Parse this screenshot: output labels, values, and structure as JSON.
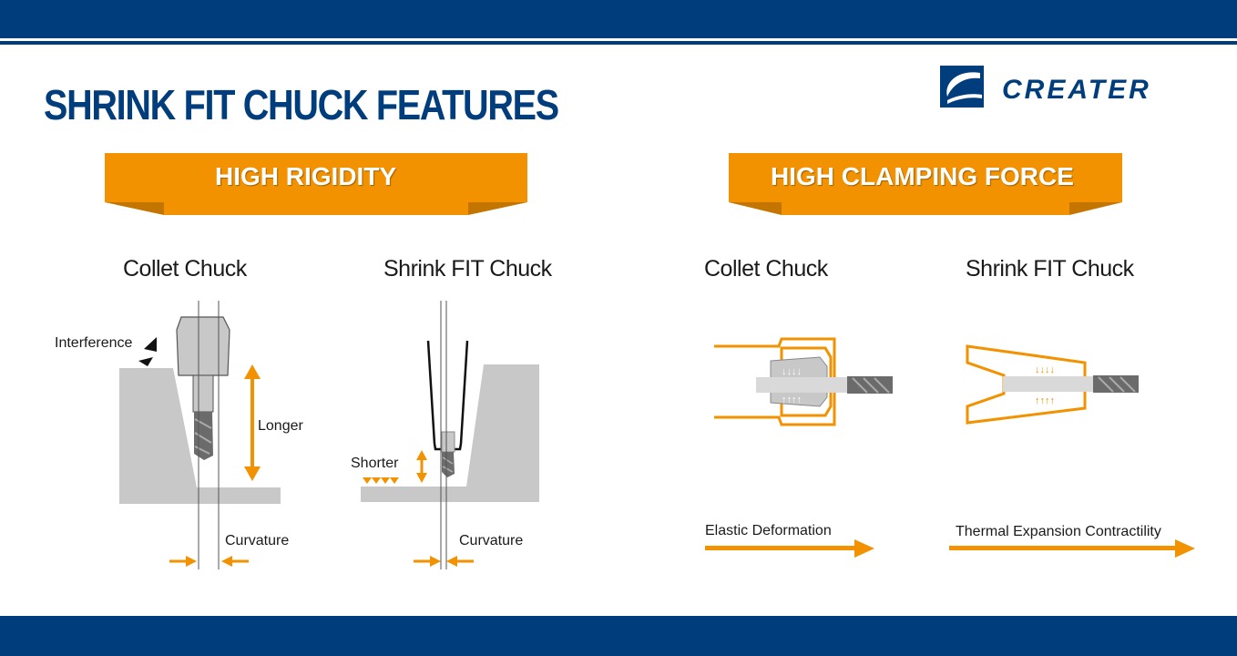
{
  "title": "SHRINK FIT CHUCK FEATURES",
  "logo": {
    "text": "CREATER"
  },
  "sections": {
    "rigidity": {
      "banner": "HIGH RIGIDITY",
      "left": {
        "heading": "Collet Chuck",
        "labels": {
          "interference": "Interference",
          "longer": "Longer",
          "curvature": "Curvature"
        }
      },
      "right": {
        "heading": "Shrink FIT Chuck",
        "labels": {
          "shorter": "Shorter",
          "curvature": "Curvature"
        }
      }
    },
    "clamping": {
      "banner": "HIGH CLAMPING FORCE",
      "left": {
        "heading": "Collet Chuck",
        "caption": "Elastic Deformation"
      },
      "right": {
        "heading": "Shrink FIT Chuck",
        "caption": "Thermal Expansion Contractility"
      }
    }
  },
  "colors": {
    "navy": "#003d7c",
    "orange": "#f39200",
    "gray": "#c8c8c8",
    "dark_gray": "#555555"
  }
}
